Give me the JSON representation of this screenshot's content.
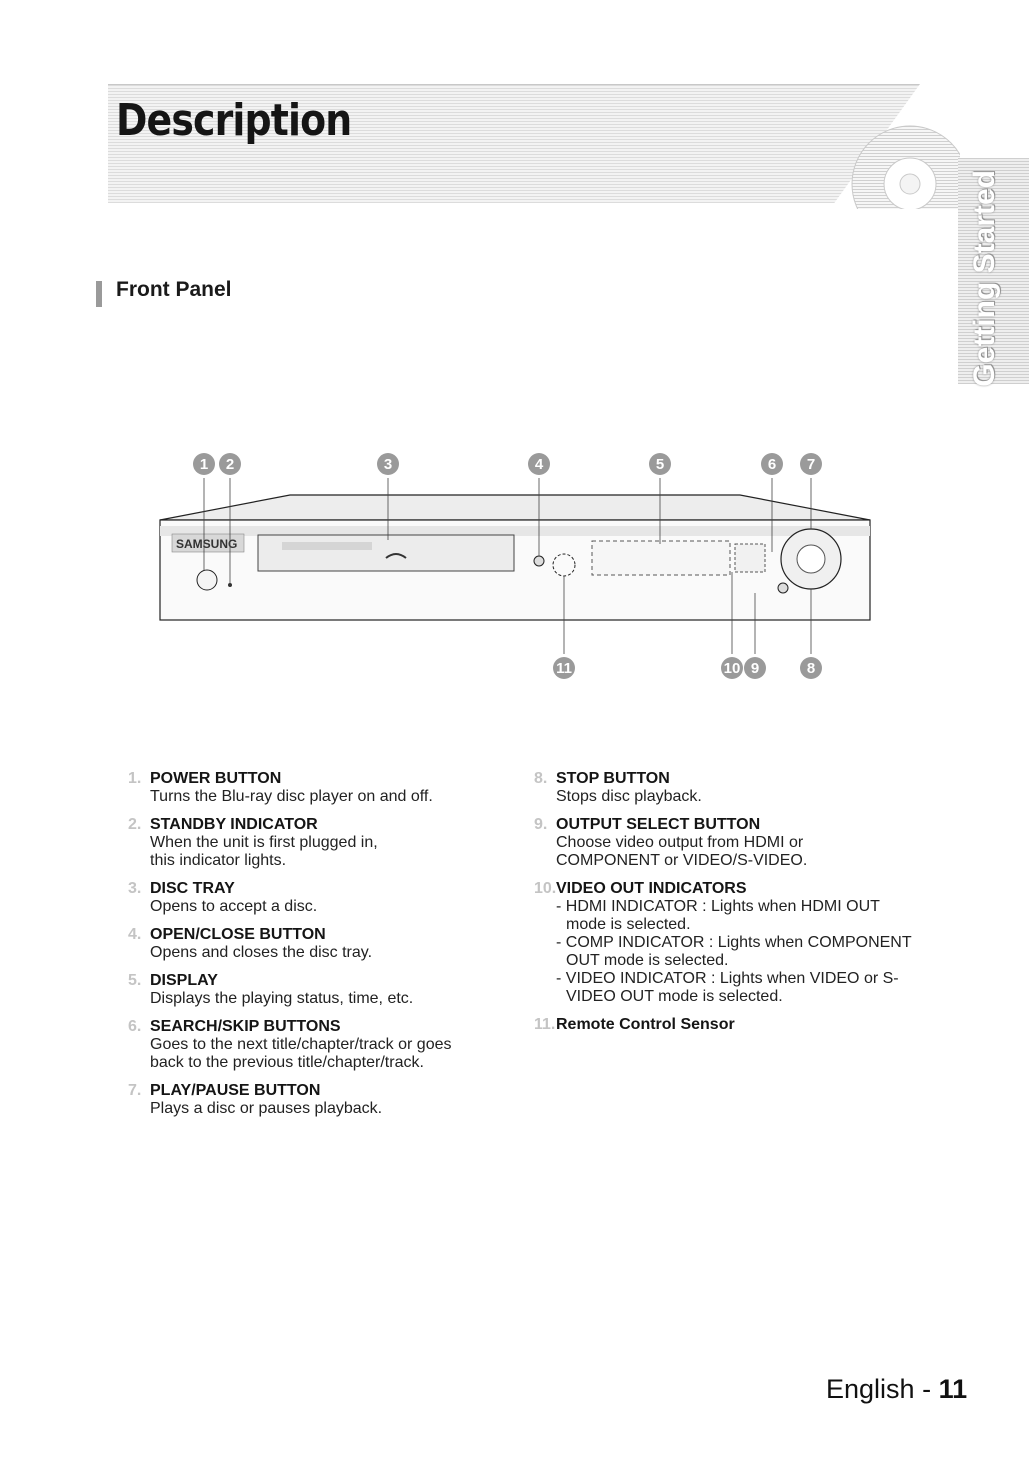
{
  "header": {
    "title": "Description",
    "side_tab": "Getting Started"
  },
  "section": {
    "title": "Front Panel"
  },
  "diagram": {
    "brand": "SAMSUNG",
    "callouts_top": [
      "1",
      "2",
      "3",
      "4",
      "5",
      "6",
      "7"
    ],
    "callouts_bottom": [
      "11",
      "10",
      "9",
      "8"
    ]
  },
  "items_left": [
    {
      "num": "1.",
      "title": "POWER BUTTON",
      "desc": "Turns the Blu-ray disc player on and off."
    },
    {
      "num": "2.",
      "title": "STANDBY INDICATOR",
      "desc": "When the unit is first plugged in,\nthis indicator lights."
    },
    {
      "num": "3.",
      "title": "DISC TRAY",
      "desc": "Opens to accept a disc."
    },
    {
      "num": "4.",
      "title": "OPEN/CLOSE BUTTON",
      "desc": "Opens and closes the disc tray."
    },
    {
      "num": "5.",
      "title": "DISPLAY",
      "desc": "Displays the playing status, time, etc."
    },
    {
      "num": "6.",
      "title": "SEARCH/SKIP BUTTONS",
      "desc": "Goes to the next title/chapter/track or goes\nback to the previous title/chapter/track."
    },
    {
      "num": "7.",
      "title": "PLAY/PAUSE BUTTON",
      "desc": "Plays a disc or pauses playback."
    }
  ],
  "items_right": [
    {
      "num": "8.",
      "title": "STOP BUTTON",
      "desc": "Stops disc playback."
    },
    {
      "num": "9.",
      "title": "OUTPUT SELECT BUTTON",
      "desc": "Choose video output from HDMI or\nCOMPONENT or VIDEO/S-VIDEO."
    },
    {
      "num": "10.",
      "title": "VIDEO OUT INDICATORS",
      "bullets": [
        "HDMI INDICATOR : Lights when HDMI OUT mode is selected.",
        "COMP INDICATOR : Lights when COMPONENT OUT mode is selected.",
        "VIDEO INDICATOR : Lights when VIDEO or S-VIDEO OUT mode is selected."
      ]
    },
    {
      "num": "11.",
      "title": "Remote Control Sensor"
    }
  ],
  "footer": {
    "language": "English",
    "separator": " - ",
    "page": "11"
  }
}
